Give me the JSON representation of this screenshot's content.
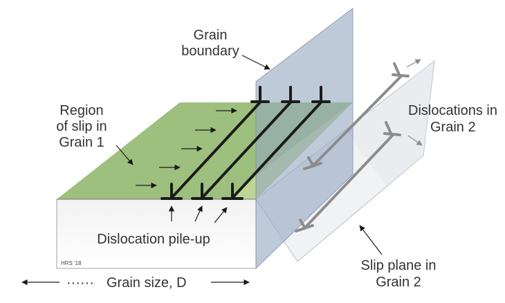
{
  "labels": {
    "grain_boundary_line1": "Grain",
    "grain_boundary_line2": "boundary",
    "region_line1": "Region",
    "region_line2": "of slip in",
    "region_line3": "Grain 1",
    "dislocations_line1": "Dislocations in",
    "dislocations_line2": "Grain 2",
    "pileup": "Dislocation pile-up",
    "slip_plane_line1": "Slip plane in",
    "slip_plane_line2": "Grain 2",
    "grain_size": "Grain size, D",
    "dots": "······",
    "credit": "HRS '18"
  },
  "colors": {
    "slip_region": "#9dc07e",
    "block_face_top": "#f6f6f6",
    "block_face_bottom": "#ffffff",
    "grain_boundary": "#94a6c0",
    "slip_plane_grain2": "#e4e7ea",
    "dislocation_grain1": "#1a1a1a",
    "dislocation_grain2": "#8c8c8c",
    "text": "#333333"
  },
  "icons": [
    "arrow-icon",
    "dislocation-symbol-icon"
  ]
}
